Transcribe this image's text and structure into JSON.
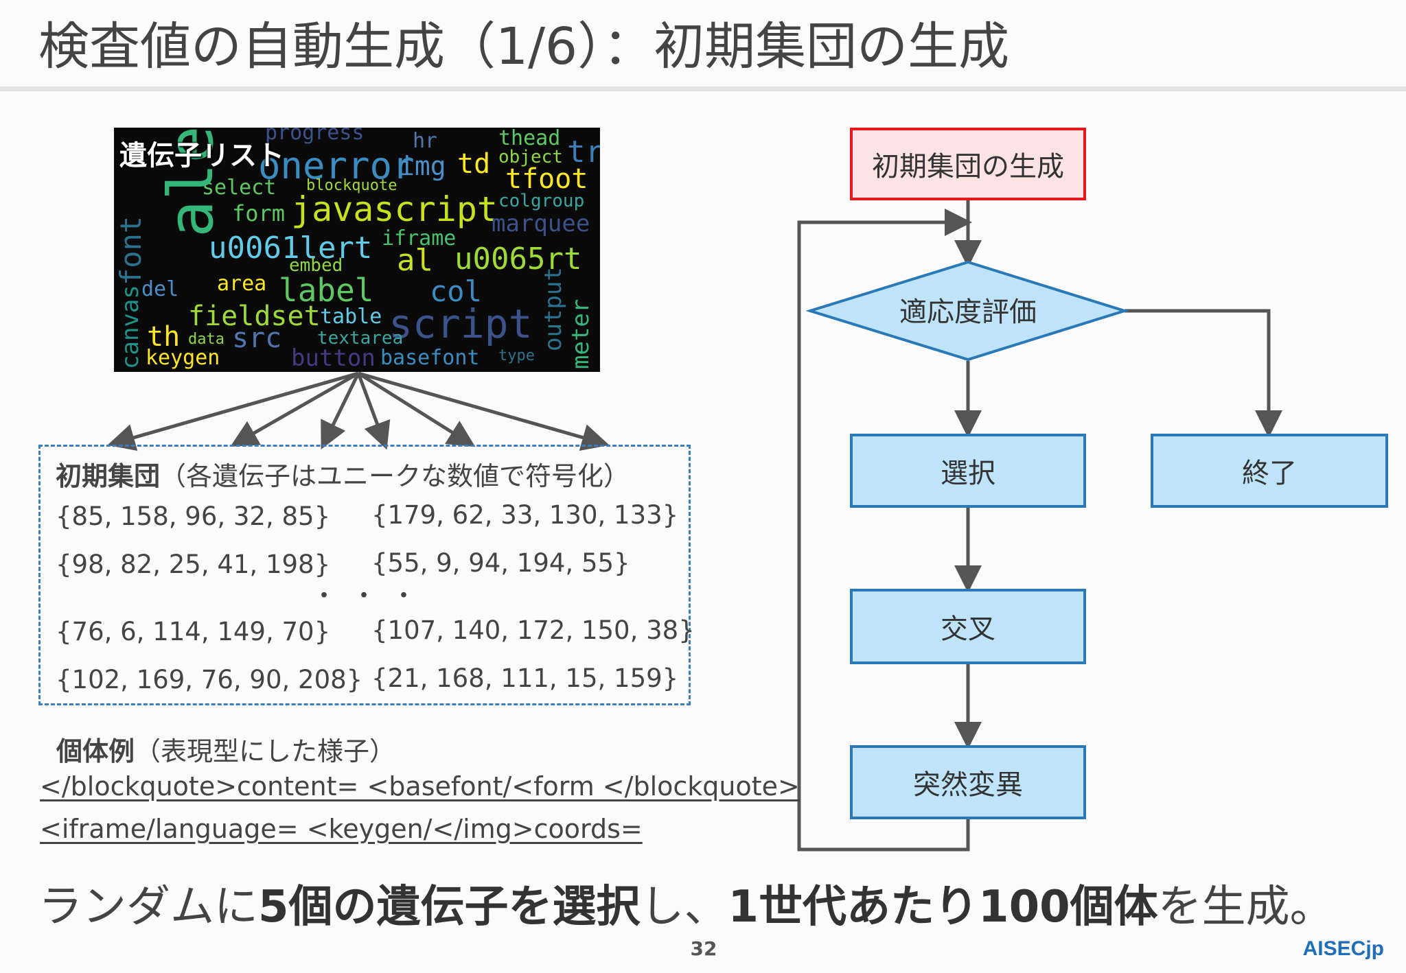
{
  "header": {
    "title": "検査値の自動生成（1/6）：初期集団の生成"
  },
  "wordcloud": {
    "label": "遺伝子リスト",
    "words": [
      {
        "t": "progress",
        "c": "#3b528b"
      },
      {
        "t": "hr",
        "c": "#4f77ad"
      },
      {
        "t": "thead",
        "c": "#5ec962"
      },
      {
        "t": "onerror",
        "c": "#3b8cc0"
      },
      {
        "t": "img",
        "c": "#4a8fc9"
      },
      {
        "t": "td",
        "c": "#fde725"
      },
      {
        "t": "object",
        "c": "#8fd744"
      },
      {
        "t": "tr",
        "c": "#3e7cb6"
      },
      {
        "t": "select",
        "c": "#5ec962"
      },
      {
        "t": "blockquote",
        "c": "#a0da39"
      },
      {
        "t": "tfoot",
        "c": "#fde725"
      },
      {
        "t": "javascript",
        "c": "#c8e020"
      },
      {
        "t": "colgroup",
        "c": "#3aa6a2"
      },
      {
        "t": "alert",
        "c": "#35b779"
      },
      {
        "t": "form",
        "c": "#5ec962"
      },
      {
        "t": "marquee",
        "c": "#3b528b"
      },
      {
        "t": "u0061lert",
        "c": "#62cbe8"
      },
      {
        "t": "iframe",
        "c": "#4ac16d"
      },
      {
        "t": "al",
        "c": "#c8e020"
      },
      {
        "t": "u0065rt",
        "c": "#a0da39"
      },
      {
        "t": "font",
        "c": "#2c728e"
      },
      {
        "t": "embed",
        "c": "#8fd744"
      },
      {
        "t": "label",
        "c": "#5ec962"
      },
      {
        "t": "col",
        "c": "#3b8cc0"
      },
      {
        "t": "area",
        "c": "#fde725"
      },
      {
        "t": "del",
        "c": "#4a8fc9"
      },
      {
        "t": "canvas",
        "c": "#21918c"
      },
      {
        "t": "fieldset",
        "c": "#a0da39"
      },
      {
        "t": "table",
        "c": "#62cbe8"
      },
      {
        "t": "script",
        "c": "#3b528b"
      },
      {
        "t": "output",
        "c": "#2c728e"
      },
      {
        "t": "meter",
        "c": "#35b779"
      },
      {
        "t": "th",
        "c": "#fde725"
      },
      {
        "t": "src",
        "c": "#4f77ad"
      },
      {
        "t": "textarea",
        "c": "#3aa6a2"
      },
      {
        "t": "keygen",
        "c": "#fde725"
      },
      {
        "t": "data",
        "c": "#8fd744"
      },
      {
        "t": "button",
        "c": "#443983"
      },
      {
        "t": "basefont",
        "c": "#3b8cc0"
      },
      {
        "t": "type",
        "c": "#2c728e"
      }
    ]
  },
  "population": {
    "heading_bold": "初期集団",
    "heading_rest": "（各遺伝子はユニークな数値で符号化）",
    "genomes": [
      "{85, 158, 96, 32, 85}",
      "{179, 62, 33, 130, 133}",
      "{98, 82, 25, 41, 198}",
      "{55, 9, 94, 194, 55}",
      "{76, 6, 114, 149, 70}",
      "{107, 140, 172, 150, 38}",
      "{102, 169, 76, 90, 208}",
      "{21, 168, 111, 15, 159}"
    ],
    "ellipsis": "・・・"
  },
  "example": {
    "heading_bold": "個体例",
    "heading_rest": "（表現型にした様子）",
    "lines": [
      "</blockquote>content= <basefont/<form </blockquote>",
      "<iframe/language= <keygen/</img>coords="
    ]
  },
  "flowchart": {
    "start": "初期集団の生成",
    "decision": "適応度評価",
    "select": "選択",
    "end": "終了",
    "crossover": "交叉",
    "mutation": "突然変異",
    "colors": {
      "start_fill": "#fde3e3",
      "start_border": "#e3191b",
      "proc_fill": "#bfe3f8",
      "proc_border": "#2a78b5"
    }
  },
  "summary": {
    "p1": "ランダムに",
    "b1": "5個の遺伝子を選択",
    "p2": "し、",
    "b2": "1世代あたり100個体",
    "p3": "を生成。"
  },
  "footer": {
    "page": "32",
    "brand": "AISECjp"
  }
}
